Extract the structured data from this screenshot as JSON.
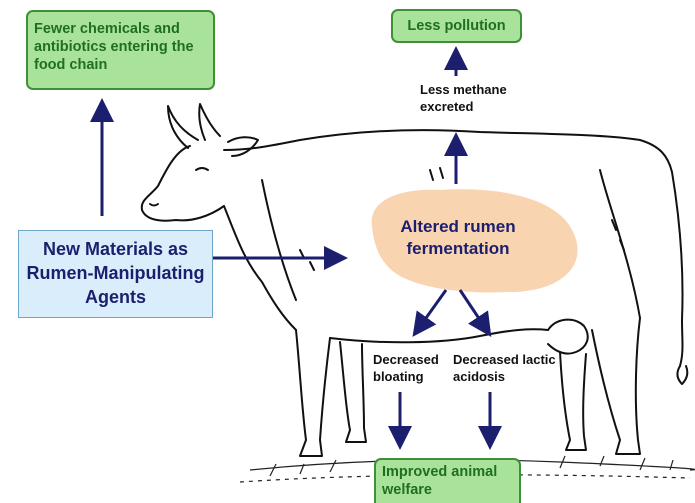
{
  "boxes": {
    "chemicals": "Fewer chemicals and antibiotics entering the food chain",
    "pollution": "Less pollution",
    "agents": "New Materials as Rumen-Manipulating Agents",
    "welfare": "Improved animal welfare"
  },
  "labels": {
    "methane": "Less methane excreted",
    "rumen": "Altered rumen fermentation",
    "bloating": "Decreased bloating",
    "acidosis": "Decreased lactic acidosis"
  },
  "colors": {
    "green_fill": "#a9e39b",
    "green_border": "#3f8f36",
    "blue_fill": "#d9eefa",
    "arrow": "#1b1f6e",
    "rumen_fill": "#f8cfa8"
  }
}
